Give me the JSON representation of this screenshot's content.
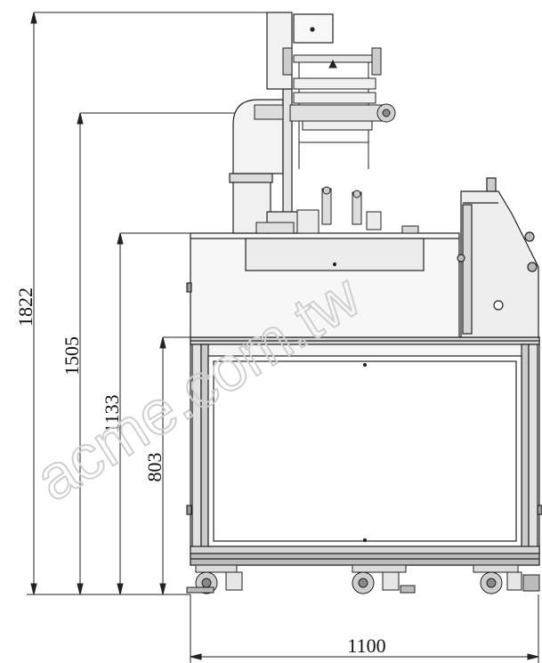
{
  "dimensions": {
    "total_height": "1822",
    "arm_height": "1505",
    "table_height": "1133",
    "frame_height": "803",
    "width": "1100"
  },
  "watermark": "acme.com.tw",
  "colors": {
    "line": "#222222",
    "fill_light": "#f4f4f4",
    "fill_mid": "#e6e6e6",
    "watermark": "#cfcfcf"
  }
}
